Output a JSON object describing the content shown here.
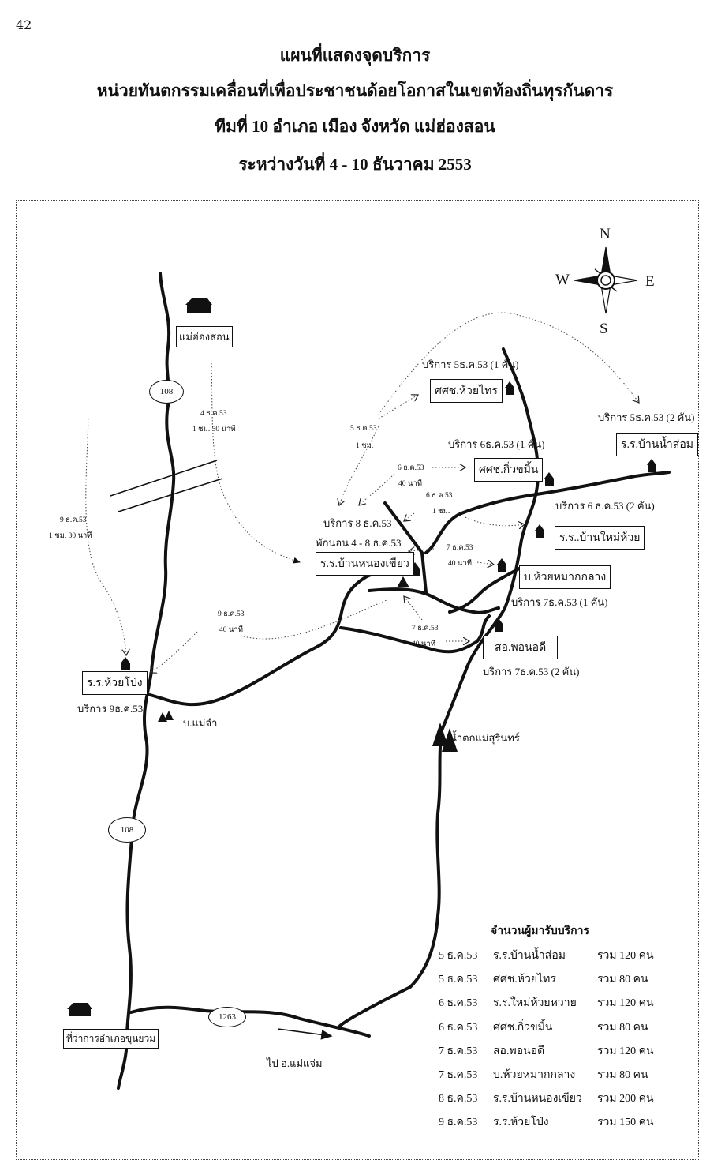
{
  "page_number": "42",
  "title": {
    "line1": "แผนที่แสดงจุดบริการ",
    "line2": "หน่วยทันตกรรมเคลื่อนที่เพื่อประชาชนด้อยโอกาสในเขตท้องถิ่นทุรกันดาร",
    "line3": "ทีมที่ 10 อำเภอ เมือง จังหวัด แม่ฮ่องสอน",
    "line4": "ระหว่างวันที่  4 - 10 ธันวาคม 2553"
  },
  "compass": {
    "n": "N",
    "s": "S",
    "e": "E",
    "w": "W"
  },
  "roads": {
    "r108_top": "108",
    "r108_bottom": "108",
    "r1263": "1263"
  },
  "places": {
    "mae_hong_son": "แม่ฮ่องสอน",
    "huai_thai": "ศศช.ห้วยไทร",
    "nam_som": "ร.ร.บ้านน้ำส่อม",
    "kiu_khamin": "ศศช.กิ่วขมิ้น",
    "mai_huai": "ร.ร..บ้านใหม่ห้วย",
    "nong_khiao": "ร.ร.บ้านหนองเขียว",
    "huai_mak_klang": "บ.ห้วยหมากกลาง",
    "phon_o_di": "สอ.พอนอดี",
    "huai_pong": "ร.ร.ห้วยโป่ง",
    "mae_cham_village": "บ.แม่จำ",
    "waterfall": "น้ำตกแม่สุรินทร์",
    "khun_yuam": "ที่ว่าการอำเภอขุนยวม",
    "to_mae_chaem": "ไป อ.แม่แจ่ม"
  },
  "service_labels": {
    "huai_thai": "บริการ  5ธ.ค.53 (1 คัน)",
    "nam_som": "บริการ  5ธ.ค.53 (2 คัน)",
    "kiu_khamin": "บริการ  6ธ.ค.53 (1 คัน)",
    "mai_huai": "บริการ 6 ธ.ค.53 (2 คัน)",
    "nong_khiao": "บริการ 8 ธ.ค.53",
    "nong_khiao_stay": "พักนอน 4 - 8 ธ.ค.53",
    "huai_mak_klang": "บริการ  7ธ.ค.53 (1 คัน)",
    "phon_o_di": "บริการ  7ธ.ค.53 (2 คัน)",
    "huai_pong": "บริการ  9ธ.ค.53"
  },
  "travel_notes": [
    {
      "date": "4 ธ.ค.53",
      "time": "1 ชม. 50 นาที"
    },
    {
      "date": "9 ธ.ค.53",
      "time": "1 ชม. 30 นาที"
    },
    {
      "date": "5 ธ.ค.53",
      "time": "1 ชม."
    },
    {
      "date": "6 ธ.ค.53",
      "time": "40 นาที"
    },
    {
      "date": "6 ธ.ค.53",
      "time": "1 ชม."
    },
    {
      "date": "7 ธ.ค.53",
      "time": "40 นาที"
    },
    {
      "date": "9 ธ.ค.53",
      "time": "40 นาที"
    },
    {
      "date": "7 ธ.ค.53",
      "time": "40 นาที"
    }
  ],
  "summary": {
    "title": "จำนวนผู้มารับบริการ",
    "rows": [
      {
        "date": "5 ธ.ค.53",
        "place": "ร.ร.บ้านน้ำส่อม",
        "total": "รวม 120 คน"
      },
      {
        "date": "5 ธ.ค.53",
        "place": "ศศช.ห้วยไทร",
        "total": "รวม  80 คน"
      },
      {
        "date": "6 ธ.ค.53",
        "place": "ร.ร.ใหม่ห้วยหวาย",
        "total": "รวม 120 คน"
      },
      {
        "date": "6 ธ.ค.53",
        "place": "ศศช.กิ่วขมิ้น",
        "total": "รวม  80 คน"
      },
      {
        "date": "7 ธ.ค.53",
        "place": "สอ.พอนอดี",
        "total": "รวม 120 คน"
      },
      {
        "date": "7 ธ.ค.53",
        "place": "บ.ห้วยหมากกลาง",
        "total": "รวม  80 คน"
      },
      {
        "date": "8 ธ.ค.53",
        "place": "ร.ร.บ้านหนองเขียว",
        "total": "รวม 200 คน"
      },
      {
        "date": "9 ธ.ค.53",
        "place": "ร.ร.ห้วยโป่ง",
        "total": "รวม 150 คน"
      }
    ]
  }
}
